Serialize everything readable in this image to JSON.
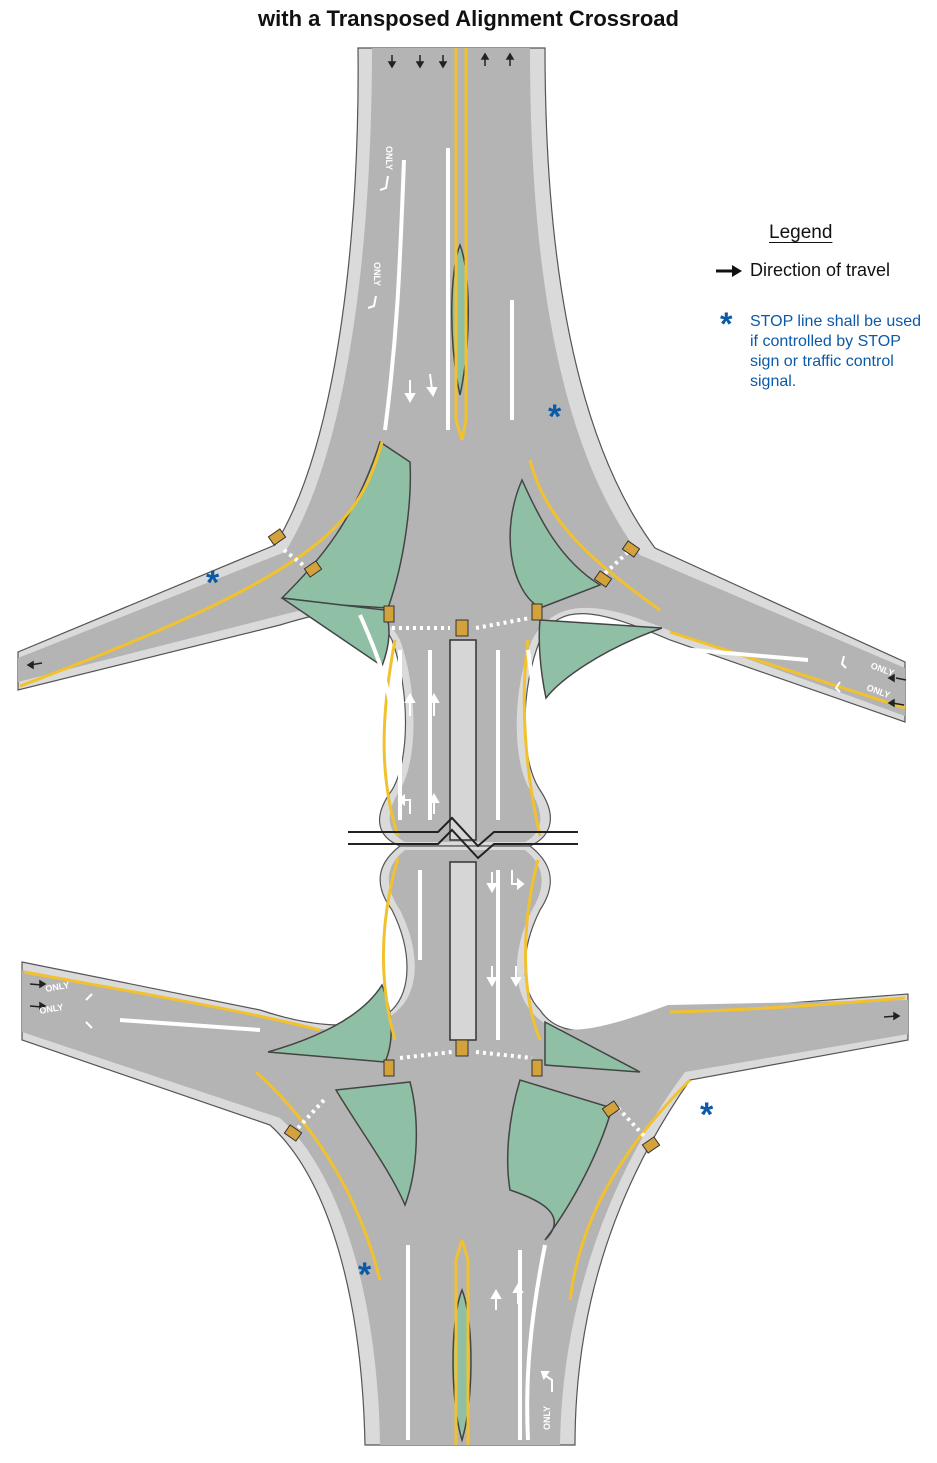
{
  "figure": {
    "title": "with a Transposed Alignment Crossroad"
  },
  "legend": {
    "title": "Legend",
    "direction_label": "Direction of travel",
    "stop_note": "STOP line shall be used if controlled by STOP sign or traffic control signal.",
    "stop_symbol": "*"
  },
  "pavement_markings": {
    "only_word": "ONLY"
  },
  "icons": [
    "direction-arrow-icon",
    "stop-line-asterisk-icon",
    "turn-arrow-icon",
    "break-line-icon"
  ],
  "colors": {
    "pavement": "#b4b4b4",
    "shoulder": "#dadada",
    "island": "#8fc0a6",
    "yellow_line": "#f2c12e",
    "white_line": "#ffffff",
    "accent_blue": "#0b5aa8"
  }
}
